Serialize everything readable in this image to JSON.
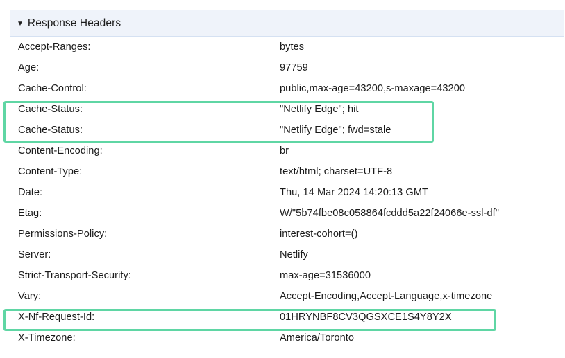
{
  "section": {
    "title": "Response Headers",
    "twisty_glyph": "▼",
    "expanded": true
  },
  "colors": {
    "header_background": "#eff3fa",
    "header_border": "#d5e1f2",
    "table_border": "#d9e3f0",
    "highlight_green": "#5fd6a4",
    "text": "#1b1b1b",
    "page_background": "#ffffff"
  },
  "headers": [
    {
      "name": "Accept-Ranges:",
      "value": "bytes",
      "highlighted": false
    },
    {
      "name": "Age:",
      "value": "97759",
      "highlighted": false
    },
    {
      "name": "Cache-Control:",
      "value": "public,max-age=43200,s-maxage=43200",
      "highlighted": false
    },
    {
      "name": "Cache-Status:",
      "value": "\"Netlify Edge\"; hit",
      "highlighted": true
    },
    {
      "name": "Cache-Status:",
      "value": "\"Netlify Edge\"; fwd=stale",
      "highlighted": true
    },
    {
      "name": "Content-Encoding:",
      "value": "br",
      "highlighted": false
    },
    {
      "name": "Content-Type:",
      "value": "text/html; charset=UTF-8",
      "highlighted": false
    },
    {
      "name": "Date:",
      "value": "Thu, 14 Mar 2024 14:20:13 GMT",
      "highlighted": false
    },
    {
      "name": "Etag:",
      "value": "W/\"5b74fbe08c058864fcddd5a22f24066e-ssl-df\"",
      "highlighted": false
    },
    {
      "name": "Permissions-Policy:",
      "value": "interest-cohort=()",
      "highlighted": false
    },
    {
      "name": "Server:",
      "value": "Netlify",
      "highlighted": false
    },
    {
      "name": "Strict-Transport-Security:",
      "value": "max-age=31536000",
      "highlighted": false
    },
    {
      "name": "Vary:",
      "value": "Accept-Encoding,Accept-Language,x-timezone",
      "highlighted": false
    },
    {
      "name": "X-Nf-Request-Id:",
      "value": "01HRYNBF8CV3QGSXCE1S4Y8Y2X",
      "highlighted": true
    },
    {
      "name": "X-Timezone:",
      "value": "America/Toronto",
      "highlighted": false
    }
  ]
}
